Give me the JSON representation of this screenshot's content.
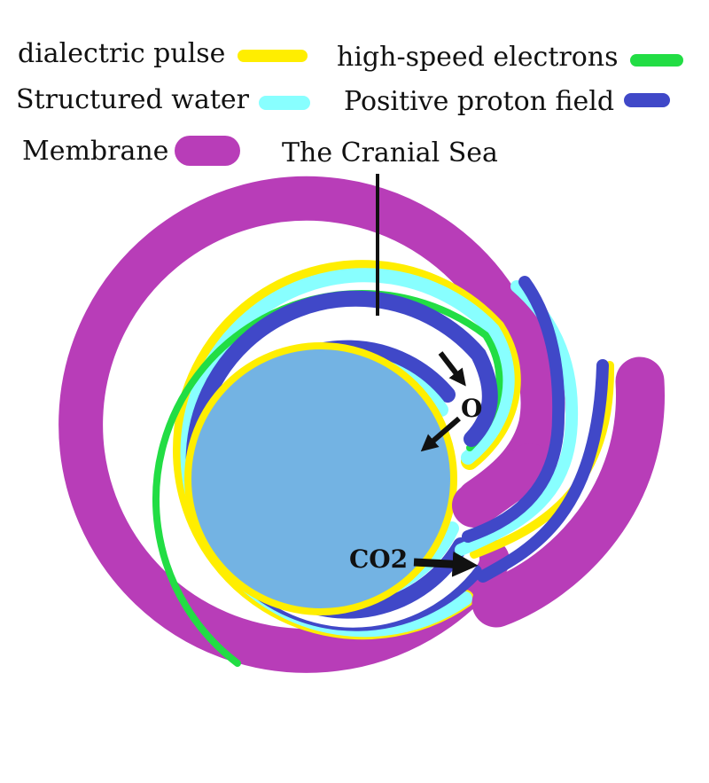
{
  "legend": {
    "items": [
      {
        "label": "dialectric pulse",
        "color": "#ffee00"
      },
      {
        "label": "high-speed electrons",
        "color": "#22dd44"
      },
      {
        "label": "Structured water",
        "color": "#88ffff"
      },
      {
        "label": "Positive proton field",
        "color": "#4048c8"
      },
      {
        "label": "Membrane",
        "color": "#b83db8"
      }
    ]
  },
  "annotations": {
    "cranial_sea": "The Cranial Sea",
    "oxygen": "O",
    "co2": "CO2"
  },
  "colors": {
    "membrane": "#b83db8",
    "pulse": "#ffee00",
    "electrons": "#22dd44",
    "water": "#88ffff",
    "proton": "#4048c8",
    "core": "#73b3e3",
    "ink": "#111111"
  }
}
